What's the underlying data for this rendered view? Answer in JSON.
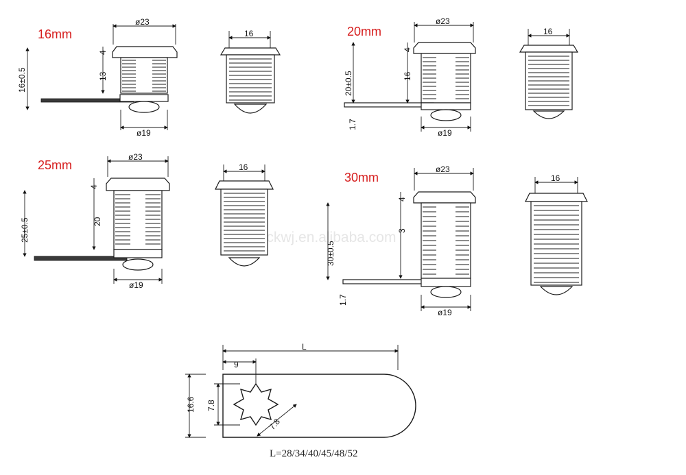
{
  "watermark": "gdckwj.en.alibaba.com",
  "colors": {
    "size_label": "#d61d1d",
    "line": "#1a1a1a"
  },
  "views": [
    {
      "size_label": "16mm",
      "top_dia": "ø23",
      "bottom_dia": "ø19",
      "dim_a": "4",
      "dim_b": "13",
      "dim_total": "16±0.5",
      "side_width": "16"
    },
    {
      "size_label": "20mm",
      "top_dia": "ø23",
      "bottom_dia": "ø19",
      "dim_a": "4",
      "dim_b": "16",
      "dim_total": "20±0.5",
      "dim_cam": "1.7",
      "side_width": "16"
    },
    {
      "size_label": "25mm",
      "top_dia": "ø23",
      "bottom_dia": "ø19",
      "dim_a": "4",
      "dim_b": "20",
      "dim_total": "25±0.5",
      "side_width": "16"
    },
    {
      "size_label": "30mm",
      "top_dia": "ø23",
      "bottom_dia": "ø19",
      "dim_a": "4",
      "dim_b": "3",
      "dim_total": "30±0.5",
      "dim_cam": "1.7",
      "side_width": "16"
    }
  ],
  "cam": {
    "dim_length": "L",
    "dim_offset": "9",
    "dim_width": "16.6",
    "dim_star_height": "7.8",
    "dim_star_diag": "7.8",
    "lengths_note": "L=28/34/40/45/48/52"
  }
}
